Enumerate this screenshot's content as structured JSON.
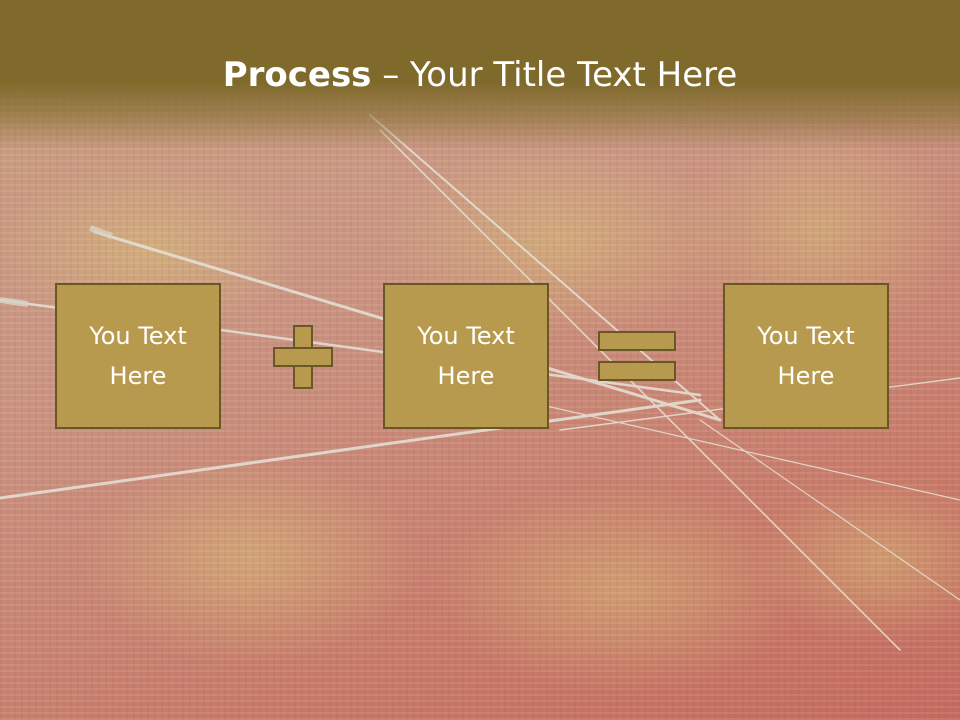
{
  "title": {
    "bold": "Process",
    "rest": " – Your Title Text Here"
  },
  "boxes": [
    {
      "label": "You Text Here"
    },
    {
      "label": "You Text Here"
    },
    {
      "label": "You Text Here"
    }
  ],
  "colors": {
    "header": "#7f6a2c",
    "box_fill": "#b89a4f",
    "box_border": "#6b5725",
    "text": "#ffffff"
  },
  "icons": [
    "plus-icon",
    "equals-icon"
  ]
}
